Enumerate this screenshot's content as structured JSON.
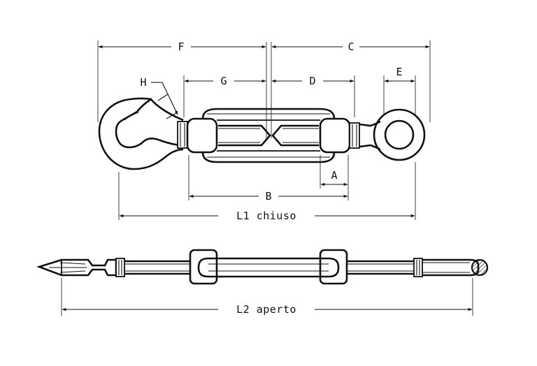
{
  "dimensions": {
    "F": "F",
    "C": "C",
    "E": "E",
    "H": "H",
    "G": "G",
    "D": "D",
    "A": "A",
    "B": "B",
    "L1": "L1 chiuso",
    "L2": "L2 aperto"
  }
}
